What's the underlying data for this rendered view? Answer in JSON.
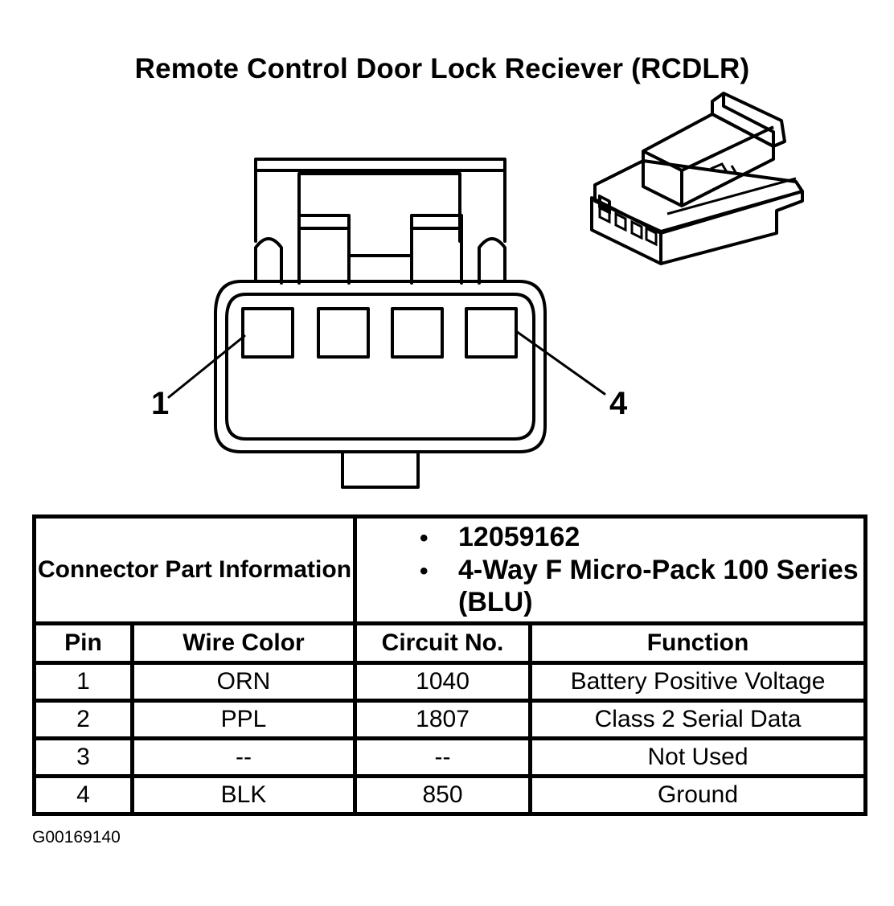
{
  "title": "Remote Control Door Lock Reciever (RCDLR)",
  "pin_labels": {
    "first": "1",
    "last": "4"
  },
  "connector_info": {
    "heading": "Connector Part Information",
    "items": [
      "12059162",
      "4-Way F Micro-Pack 100 Series (BLU)"
    ]
  },
  "table": {
    "headers": [
      "Pin",
      "Wire Color",
      "Circuit No.",
      "Function"
    ],
    "rows": [
      [
        "1",
        "ORN",
        "1040",
        "Battery Positive Voltage"
      ],
      [
        "2",
        "PPL",
        "1807",
        "Class 2 Serial Data"
      ],
      [
        "3",
        "--",
        "--",
        "Not Used"
      ],
      [
        "4",
        "BLK",
        "850",
        "Ground"
      ]
    ]
  },
  "figure_id": "G00169140"
}
